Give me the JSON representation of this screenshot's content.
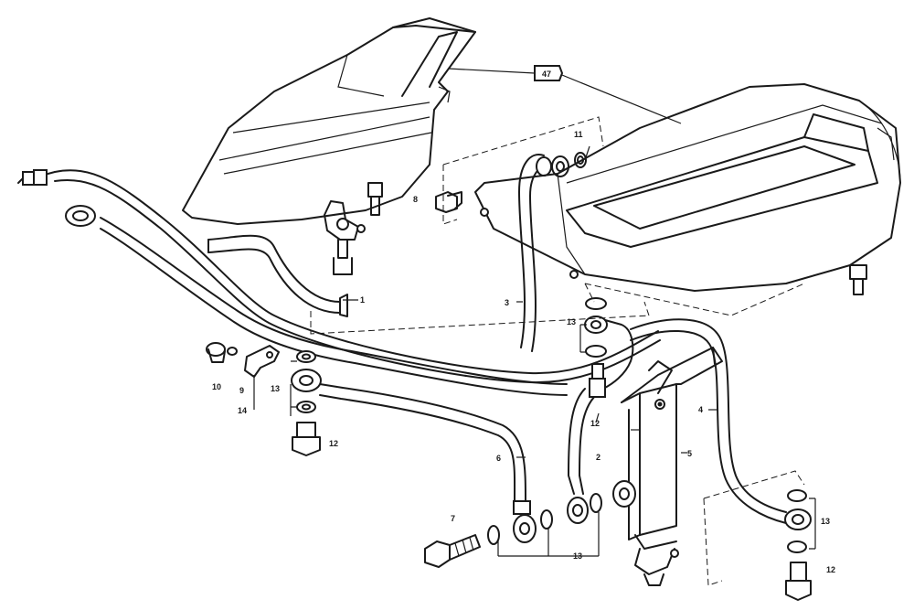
{
  "diagram": {
    "reference_box": "47",
    "callouts": {
      "c1": "1",
      "c2": "2",
      "c3": "3",
      "c4": "4",
      "c5": "5",
      "c6": "6",
      "c7": "7",
      "c8": "8",
      "c9": "9",
      "c10": "10",
      "c11": "11",
      "c12a": "12",
      "c12b": "12",
      "c12c": "12",
      "c13a": "13",
      "c13b": "13",
      "c13c": "13",
      "c13d": "13",
      "c14": "14"
    }
  }
}
